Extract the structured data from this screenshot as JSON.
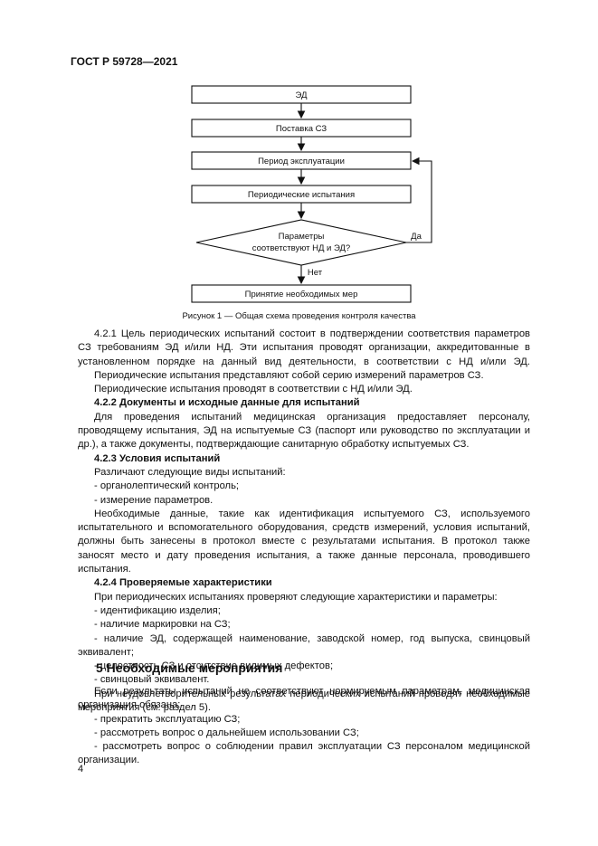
{
  "header": "ГОСТ Р 59728—2021",
  "flowchart": {
    "box1": "ЭД",
    "box2": "Поставка СЗ",
    "box3": "Период эксплуатации",
    "box4": "Периодические испытания",
    "decision_line1": "Параметры",
    "decision_line2": "соответствуют НД и ЭД?",
    "yes_label": "Да",
    "no_label": "Нет",
    "box5": "Принятие необходимых мер"
  },
  "caption": "Рисунок 1 — Общая схема проведения контроля качества",
  "body": {
    "p1": "4.2.1 Цель периодических испытаний состоит в подтверждении соответствия параметров СЗ требованиям ЭД и/или НД. Эти испытания проводят организации, аккредитованные в установленном порядке на данный вид деятельности, в соответствии с НД и/или ЭД.",
    "p2": "Периодические испытания представляют собой серию измерений параметров СЗ.",
    "p3": "Периодические испытания проводят в соответствии с НД и/или ЭД.",
    "h422": "4.2.2 Документы и исходные данные для испытаний",
    "p4": "Для проведения испытаний медицинская организация предоставляет персоналу, проводящему испытания, ЭД на испытуемые СЗ (паспорт или руководство по эксплуатации и др.), а также документы, подтверждающие санитарную обработку испытуемых СЗ.",
    "h423": "4.2.3 Условия испытаний",
    "p5": "Различают следующие виды испытаний:",
    "li1": "- органолептический контроль;",
    "li2": "- измерение параметров.",
    "p6": "Необходимые данные, такие как идентификация испытуемого СЗ, используемого испытательного и вспомогательного оборудования, средств измерений, условия испытаний, должны быть занесены в протокол вместе с результатами испытания. В протокол также заносят место и дату проведения испытания, а также данные персонала, проводившего испытания.",
    "h424": "4.2.4 Проверяемые характеристики",
    "p7": "При периодических испытаниях проверяют следующие характеристики и параметры:",
    "li3": "- идентификацию изделия;",
    "li4": "- наличие маркировки на СЗ;",
    "li5": "- наличие ЭД, содержащей наименование, заводской номер, год выпуска, свинцовый эквивалент;",
    "li6": "- целостность СЗ и отсутствие видимых дефектов;",
    "li7": "- свинцовый эквивалент.",
    "p8": "При неудовлетворительных результатах периодических испытаний проводят необходимые мероприятия (см. раздел 5)."
  },
  "section5": {
    "title": "5  Необходимые мероприятия",
    "p1": "Если результаты испытаний не соответствуют нормируемым параметрам, медицинская организация обязана:",
    "li1": "- прекратить эксплуатацию СЗ;",
    "li2": "- рассмотреть вопрос о дальнейшем использовании СЗ;",
    "li3": "- рассмотреть вопрос о соблюдении правил эксплуатации СЗ персоналом медицинской организации."
  },
  "page_number": "4"
}
